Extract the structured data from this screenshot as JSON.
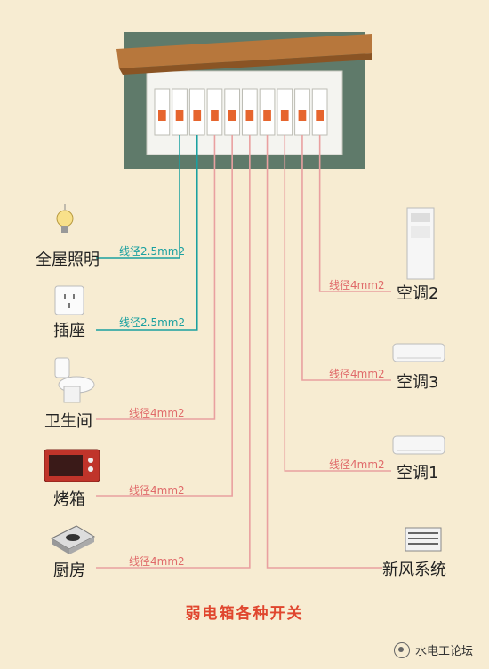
{
  "diagram": {
    "title": "弱电箱各种开关",
    "watermark": "水电工论坛",
    "breaker_count": 10,
    "left_items": [
      {
        "label": "全屋照明",
        "spec": "线径2.5mm2",
        "wire": "teal",
        "icon": "light-bulb-icon"
      },
      {
        "label": "插座",
        "spec": "线径2.5mm2",
        "wire": "teal",
        "icon": "wall-socket-icon"
      },
      {
        "label": "卫生间",
        "spec": "线径4mm2",
        "wire": "pink",
        "icon": "toilet-icon"
      },
      {
        "label": "烤箱",
        "spec": "线径4mm2",
        "wire": "pink",
        "icon": "oven-icon"
      },
      {
        "label": "厨房",
        "spec": "线径4mm2",
        "wire": "pink",
        "icon": "stove-icon"
      }
    ],
    "right_items": [
      {
        "label": "空调2",
        "spec": "线径4mm2",
        "wire": "pink",
        "icon": "floor-ac-icon"
      },
      {
        "label": "空调3",
        "spec": "线径4mm2",
        "wire": "pink",
        "icon": "wall-ac-icon"
      },
      {
        "label": "空调1",
        "spec": "线径4mm2",
        "wire": "pink",
        "icon": "wall-ac-icon"
      },
      {
        "label": "新风系统",
        "spec": "",
        "wire": "pink",
        "icon": "ventilation-icon"
      }
    ],
    "colors": {
      "background": "#f7ecd2",
      "panel_frame": "#5f7a6a",
      "panel_inner": "#f4f4f0",
      "lid": "#b7773c",
      "teal_wire": "#1aa0a0",
      "pink_wire": "#e9a0a0",
      "breaker_switch": "#e6652e",
      "title": "#e0462e"
    }
  }
}
